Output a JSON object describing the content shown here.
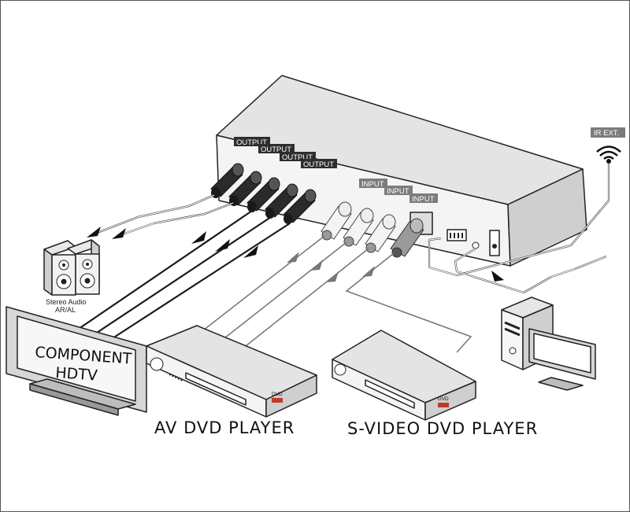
{
  "switcher": {
    "output_tags": [
      "OUTPUT",
      "OUTPUT",
      "OUTPUT",
      "OUTPUT"
    ],
    "input_tags": [
      "INPUT",
      "INPUT",
      "INPUT"
    ],
    "ir_tag": "IR EXT."
  },
  "speakers": {
    "label_line1": "Stereo Audio",
    "label_line2": "AR/AL"
  },
  "tv": {
    "line1": "COMPONENT",
    "line2": "HDTV"
  },
  "av_player": {
    "label": "AV DVD PLAYER",
    "badge": "DVD"
  },
  "svideo_player": {
    "label": "S-VIDEO DVD PLAYER",
    "badge": "DVD"
  }
}
